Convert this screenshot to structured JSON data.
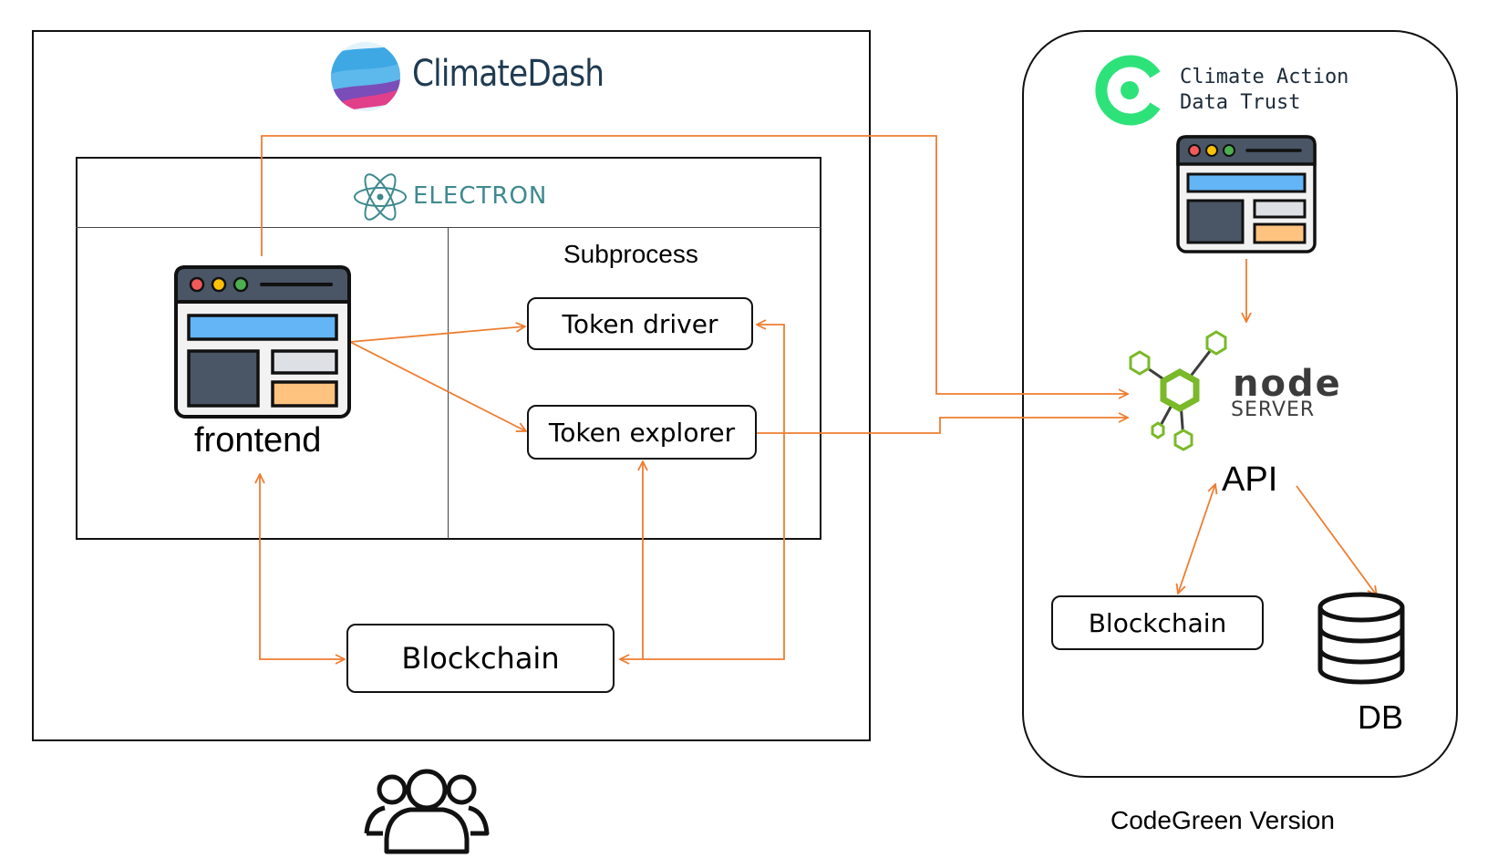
{
  "climatedash": {
    "title": "ClimateDash"
  },
  "electron": {
    "label": "ELECTRON",
    "subprocess_label": "Subprocess"
  },
  "frontend": {
    "label": "frontend"
  },
  "token_driver": {
    "label": "Token driver"
  },
  "token_explorer": {
    "label": "Token explorer"
  },
  "blockchain_left": {
    "label": "Blockchain"
  },
  "codegreen": {
    "cadt_line1": "Climate Action",
    "cadt_line2": "Data Trust",
    "node_word": "node",
    "node_server": "SERVER",
    "api_label": "API",
    "blockchain_label": "Blockchain",
    "db_label": "DB",
    "version_label": "CodeGreen Version"
  },
  "colors": {
    "arrow": "#ee7d31",
    "node_green": "#7ab929",
    "cadt_green": "#2ee27a",
    "window_dark": "#4a5565",
    "window_blue": "#64b5f6",
    "window_orange": "#ffc380"
  },
  "icons": [
    "climatedash-logo-icon",
    "electron-logo-icon",
    "browser-window-icon",
    "cadt-logo-icon",
    "node-server-icon",
    "database-icon",
    "users-group-icon"
  ]
}
